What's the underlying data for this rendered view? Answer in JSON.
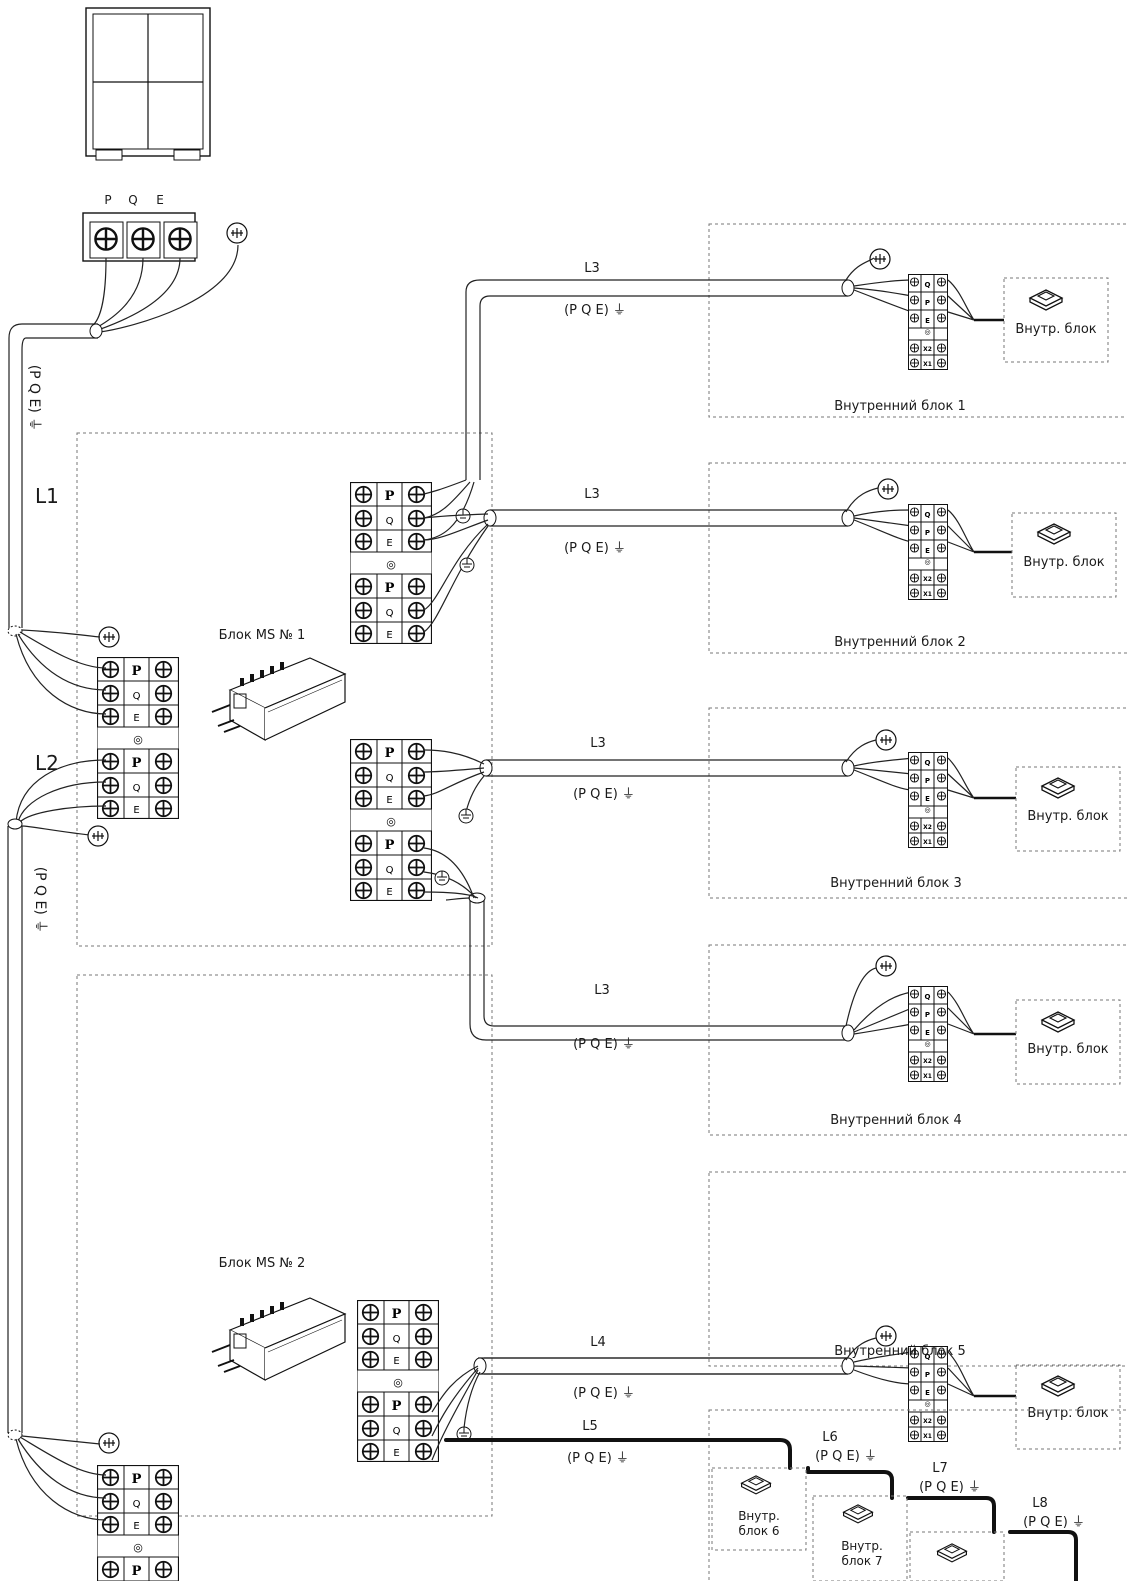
{
  "outdoor_terminal": {
    "p": "P",
    "q": "Q",
    "e": "E"
  },
  "cable_vertical_1": "(P Q E) ⏚",
  "cable_vertical_2": "(P Q E) ⏚",
  "line_l1": "L1",
  "line_l2": "L2",
  "ms1_label": "Блок MS № 1",
  "ms2_label": "Блок MS № 2",
  "terminal_letters": {
    "p": "P",
    "q": "Q",
    "e": "E"
  },
  "branches": [
    {
      "line": "L3",
      "pqe": "(P Q E) ⏚",
      "unit": "Внутр. блок",
      "zone": "Внутренний блок 1"
    },
    {
      "line": "L3",
      "pqe": "(P Q E) ⏚",
      "unit": "Внутр. блок",
      "zone": "Внутренний блок 2"
    },
    {
      "line": "L3",
      "pqe": "(P Q E) ⏚",
      "unit": "Внутр. блок",
      "zone": "Внутренний блок 3"
    },
    {
      "line": "L3",
      "pqe": "(P Q E) ⏚",
      "unit": "Внутр. блок",
      "zone": "Внутренний блок 4"
    },
    {
      "line": "L4",
      "pqe": "(P Q E) ⏚",
      "unit": "Внутр. блок",
      "zone": "Внутренний блок 5"
    }
  ],
  "chain": {
    "l5": "L5",
    "l5_pqe": "(P Q E) ⏚",
    "l6": "L6",
    "l6_pqe": "(P Q E) ⏚",
    "l7": "L7",
    "l7_pqe": "(P Q E) ⏚",
    "l8": "L8",
    "l8_pqe": "(P Q E) ⏚",
    "unit6_a": "Внутр.",
    "unit6_b": "блок 6",
    "unit7_a": "Внутр.",
    "unit7_b": "блок 7"
  }
}
